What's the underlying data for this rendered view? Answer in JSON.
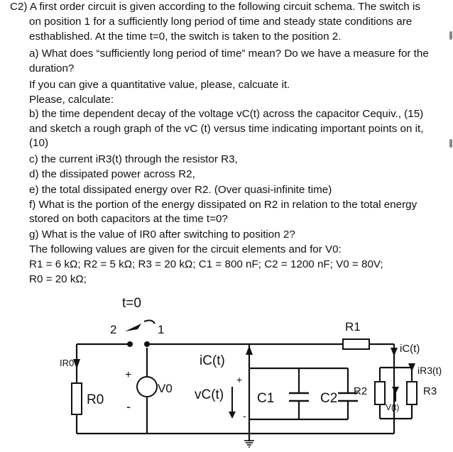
{
  "problem": {
    "label": "C2)",
    "lines": [
      "A first order circuit is given according to the following circuit schema. The switch is",
      "on position 1 for a sufficiently long period of time and steady state conditions are",
      "esthablished. At the time t=0, the switch is taken to the position 2.",
      "a) What does “sufficiently long period of time” mean? Do we have a measure for the",
      "duration?",
      "If you can give a quantitative value, please, calcuate it.",
      "Please, calculate:",
      "b) the time dependent decay of the voltage vC(t) across the capacitor Cequiv., (15)",
      "and sketch a rough graph of the vC (t) versus time indicating important points on it,",
      "(10)",
      "c) the current iR3(t) through the resistor R3,",
      "d) the dissipated power across R2,",
      "e) the total dissipated energy over R2. (Over quasi-infinite time)",
      "f) What is the portion of the energy dissipated on R2 in relation to the total energy",
      "stored on both capacitors at the time t=0?",
      "g) What is the value of IR0 after switching to position 2?",
      "The following values are given for the circuit elements and for V0:",
      "R1 = 6 kΩ; R2 = 5 kΩ; R3 = 20 kΩ; C1 = 800 nF; C2 = 1200 nF; V0 = 80V;",
      "R0 = 20 kΩ;"
    ]
  },
  "circuit": {
    "switch_time": "t=0",
    "pos2": "2",
    "pos1": "1",
    "ir0": "IR0",
    "r0": "R0",
    "v0": "V0",
    "plus": "+",
    "minus": "-",
    "ic": "iC(t)",
    "vc": "vC(t)",
    "c1": "C1",
    "c2": "C2",
    "r1": "R1",
    "r2": "R2",
    "r3": "R3",
    "ic_right": "iC(t)",
    "ir3": "iR3(t)",
    "vt": "V(t)"
  }
}
